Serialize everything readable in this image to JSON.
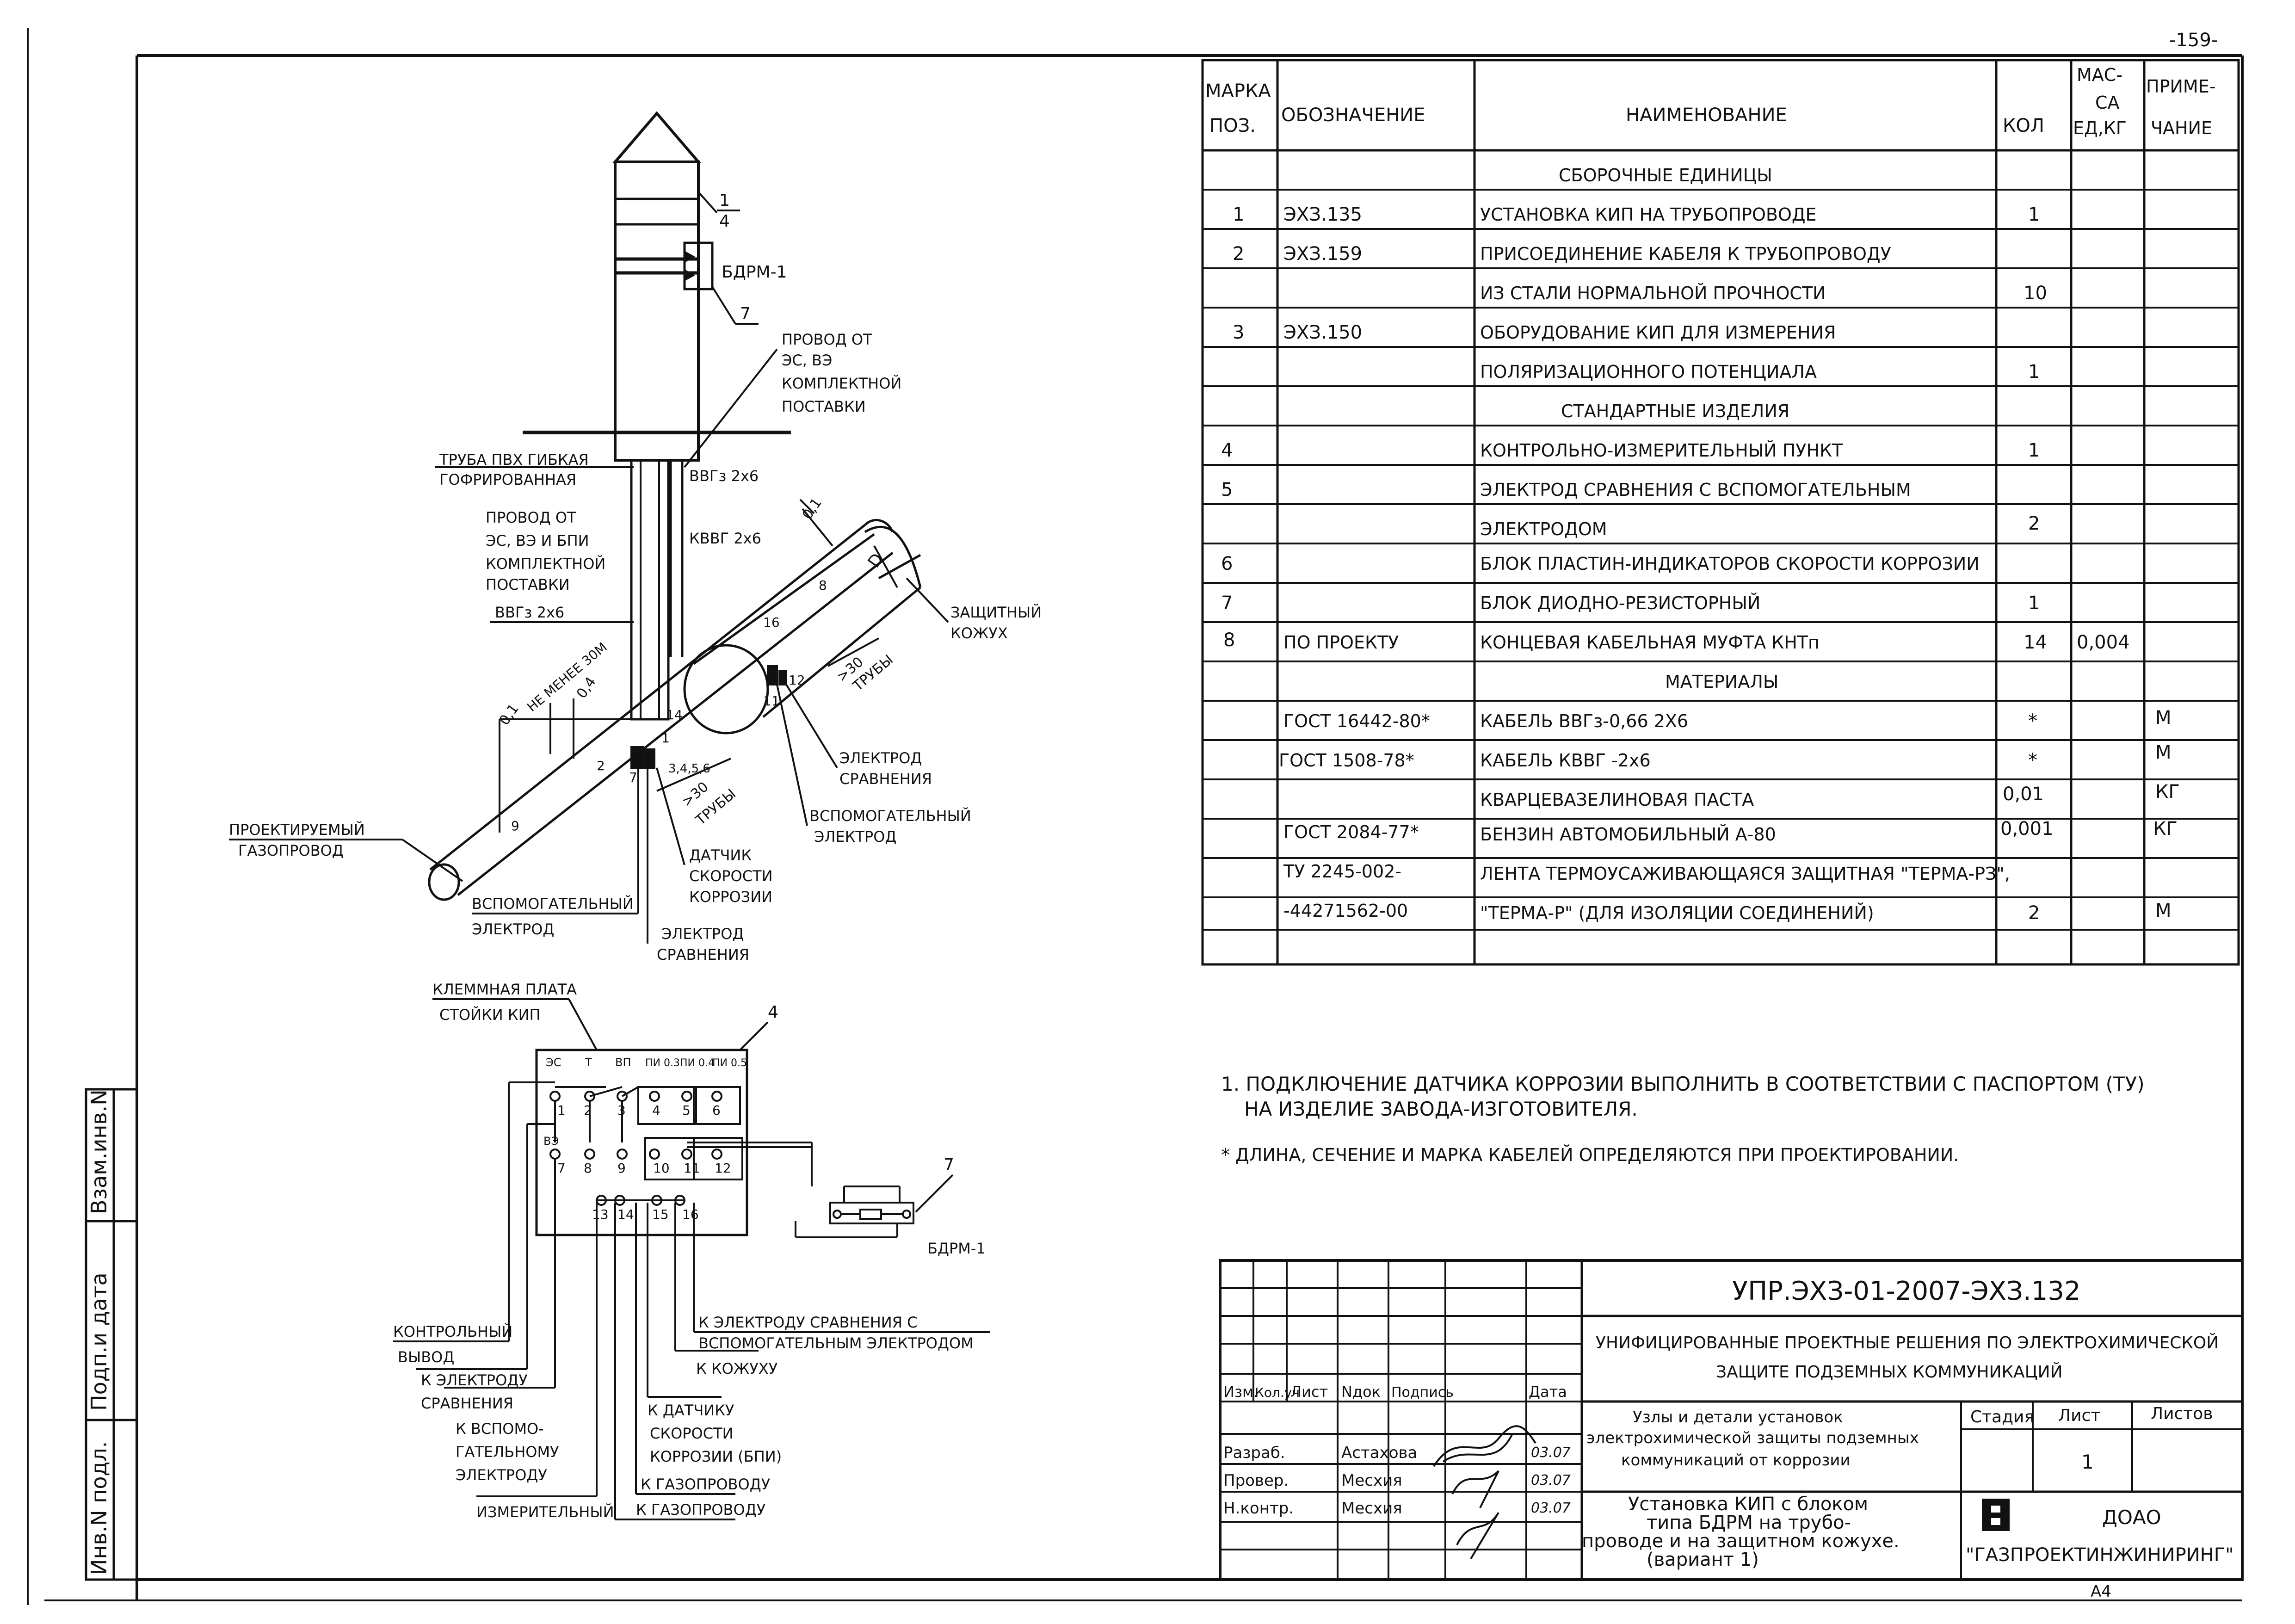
{
  "page_number": "-159-",
  "spec_table": {
    "headers": {
      "mark_l1": "МАРКА",
      "mark_l2": "ПОЗ.",
      "designation": "ОБОЗНАЧЕНИЕ",
      "name": "НАИМЕНОВАНИЕ",
      "qty": "КОЛ",
      "mass_l1": "МАС-",
      "mass_l2": "СА",
      "mass_l3": "ЕД,КГ",
      "note_l1": "ПРИМЕ-",
      "note_l2": "ЧАНИЕ"
    },
    "rows": [
      {
        "pos": "",
        "des": "",
        "name": "СБОРОЧНЫЕ ЕДИНИЦЫ",
        "qty": "",
        "mass": "",
        "note": "",
        "section": true
      },
      {
        "pos": "1",
        "des": "ЭХЗ.135",
        "name": "УСТАНОВКА КИП НА ТРУБОПРОВОДЕ",
        "qty": "1",
        "mass": "",
        "note": ""
      },
      {
        "pos": "2",
        "des": "ЭХЗ.159",
        "name": "ПРИСОЕДИНЕНИЕ КАБЕЛЯ К ТРУБОПРОВОДУ",
        "qty": "",
        "mass": "",
        "note": ""
      },
      {
        "pos": "",
        "des": "",
        "name": "ИЗ СТАЛИ НОРМАЛЬНОЙ ПРОЧНОСТИ",
        "qty": "10",
        "mass": "",
        "note": ""
      },
      {
        "pos": "3",
        "des": "ЭХЗ.150",
        "name": "ОБОРУДОВАНИЕ КИП ДЛЯ ИЗМЕРЕНИЯ",
        "qty": "",
        "mass": "",
        "note": ""
      },
      {
        "pos": "",
        "des": "",
        "name": "ПОЛЯРИЗАЦИОННОГО ПОТЕНЦИАЛА",
        "qty": "1",
        "mass": "",
        "note": ""
      },
      {
        "pos": "",
        "des": "",
        "name": "СТАНДАРТНЫЕ ИЗДЕЛИЯ",
        "qty": "",
        "mass": "",
        "note": "",
        "section": true
      },
      {
        "pos": "4",
        "des": "",
        "name": "КОНТРОЛЬНО-ИЗМЕРИТЕЛЬНЫЙ ПУНКТ",
        "qty": "1",
        "mass": "",
        "note": ""
      },
      {
        "pos": "5",
        "des": "",
        "name": "ЭЛЕКТРОД СРАВНЕНИЯ С ВСПОМОГАТЕЛЬНЫМ",
        "qty": "",
        "mass": "",
        "note": ""
      },
      {
        "pos": "",
        "des": "",
        "name": "ЭЛЕКТРОДОМ",
        "qty": "2",
        "mass": "",
        "note": ""
      },
      {
        "pos": "6",
        "des": "",
        "name": "БЛОК ПЛАСТИН-ИНДИКАТОРОВ СКОРОСТИ КОРРОЗИИ",
        "qty": "",
        "mass": "",
        "note": ""
      },
      {
        "pos": "7",
        "des": "",
        "name": "БЛОК ДИОДНО-РЕЗИСТОРНЫЙ",
        "qty": "1",
        "mass": "",
        "note": ""
      },
      {
        "pos": "8",
        "des": "ПО ПРОЕКТУ",
        "name": "КОНЦЕВАЯ КАБЕЛЬНАЯ МУФТА КНТп",
        "qty": "14",
        "mass": "0,004",
        "note": ""
      },
      {
        "pos": "",
        "des": "",
        "name": "МАТЕРИАЛЫ",
        "qty": "",
        "mass": "",
        "note": "",
        "section": true
      },
      {
        "pos": "",
        "des": "ГОСТ 16442-80*",
        "name": "КАБЕЛЬ ВВГз-0,66 2Х6",
        "qty": "*",
        "mass": "",
        "note": "М"
      },
      {
        "pos": "",
        "des": "ГОСТ 1508-78*",
        "name": "КАБЕЛЬ КВВГ -2х6",
        "qty": "*",
        "mass": "",
        "note": "М"
      },
      {
        "pos": "",
        "des": "",
        "name": "КВАРЦЕВАЗЕЛИНОВАЯ ПАСТА",
        "qty": "0,01",
        "mass": "",
        "note": "КГ"
      },
      {
        "pos": "",
        "des": "ГОСТ 2084-77*",
        "name": "БЕНЗИН АВТОМОБИЛЬНЫЙ А-80",
        "qty": "0,001",
        "mass": "",
        "note": "КГ"
      },
      {
        "pos": "",
        "des": "ТУ 2245-002-",
        "name": "ЛЕНТА ТЕРМОУСАЖИВАЮЩАЯСЯ ЗАЩИТНАЯ \"ТЕРМА-РЗ\",",
        "qty": "",
        "mass": "",
        "note": ""
      },
      {
        "pos": "",
        "des": "-44271562-00",
        "name": "\"ТЕРМА-Р\" (ДЛЯ ИЗОЛЯЦИИ СОЕДИНЕНИЙ)",
        "qty": "2",
        "mass": "",
        "note": "М"
      },
      {
        "pos": "",
        "des": "",
        "name": "",
        "qty": "",
        "mass": "",
        "note": ""
      }
    ]
  },
  "notes": {
    "n1_l1": "1. ПОДКЛЮЧЕНИЕ ДАТЧИКА КОРРОЗИИ ВЫПОЛНИТЬ В СООТВЕТСТВИИ С ПАСПОРТОМ (ТУ)",
    "n1_l2": "НА ИЗДЕЛИЕ ЗАВОДА-ИЗГОТОВИТЕЛЯ.",
    "n2": "* ДЛИНА, СЕЧЕНИЕ И МАРКА КАБЕЛЕЙ ОПРЕДЕЛЯЮТСЯ ПРИ ПРОЕКТИРОВАНИИ."
  },
  "stamp": {
    "doc_code": "УПР.ЭХЗ-01-2007-ЭХЗ.132",
    "project_l1": "УНИФИЦИРОВАННЫЕ ПРОЕКТНЫЕ РЕШЕНИЯ ПО ЭЛЕКТРОХИМИЧЕСКОЙ",
    "project_l2": "ЗАЩИТЕ ПОДЗЕМНЫХ КОММУНИКАЦИЙ",
    "col_izm": "Изм.",
    "col_kol": "Кол.уч",
    "col_list": "Лист",
    "col_ndok": "Nдок",
    "col_podp": "Подпись",
    "col_data": "Дата",
    "razrab_role": "Разраб.",
    "razrab_name": "Астахова",
    "razrab_date": "03.07",
    "prover_role": "Провер.",
    "prover_name": "Месхия",
    "prover_date": "03.07",
    "nkontr_role": "Н.контр.",
    "nkontr_name": "Месхия",
    "nkontr_date": "03.07",
    "section_l1": "Узлы и детали установок",
    "section_l2": "электрохимической защиты подземных",
    "section_l3": "коммуникаций от коррозии",
    "title_l1": "Установка КИП с блоком",
    "title_l2": "типа БДРМ на трубо-",
    "title_l3": "проводе и на защитном кожухе.",
    "title_l4": "(вариант 1)",
    "stadia_label": "Стадия",
    "list_label": "Лист",
    "listov_label": "Листов",
    "sheet_value": "1",
    "org_l1": "ДОАО",
    "org_l2": "\"ГАЗПРОЕКТИНЖИНИРИНГ\"",
    "format": "А4"
  },
  "side_stamp": {
    "inv_podl": "Инв.N подл.",
    "podp_data": "Подп.и дата",
    "vzam_inv": "Взам.инв.N"
  },
  "drawing_labels": {
    "bdrm1": "БДРМ-1",
    "b1": "1",
    "b4": "4",
    "b7": "7",
    "provod_ot_l1": "ПРОВОД ОТ",
    "provod_ot_l2": "ЭС, ВЭ",
    "provod_ot_l3": "КОМПЛЕКТНОЙ",
    "provod_ot_l4": "ПОСТАВКИ",
    "truba_l1": "ТРУБА ПВХ ГИБКАЯ",
    "truba_l2": "ГОФРИРОВАННАЯ",
    "vvg1": "ВВГз 2х6",
    "provod2_l1": "ПРОВОД ОТ",
    "provod2_l2": "ЭС, ВЭ И БПИ",
    "provod2_l3": "КОМПЛЕКТНОЙ",
    "provod2_l4": "ПОСТАВКИ",
    "vvg2": "ВВГз 2х6",
    "kvvg": "КВВГ 2х6",
    "zashch_l1": "ЗАЩИТНЫЙ",
    "zashch_l2": "КОЖУХ",
    "dim01a": "0,1",
    "dim01b": "0,1",
    "dim04": "0,4",
    "ne_menee": "НЕ МЕНЕЕ 30М",
    "dim_d": "D",
    "gt30a_l1": ">30",
    "gt30a_l2": "ТРУБЫ",
    "gt30b_l1": ">30",
    "gt30b_l2": "ТРУБЫ",
    "proekt_l1": "ПРОЕКТИРУЕМЫЙ",
    "proekt_l2": "ГАЗОПРОВОД",
    "vspom1_l1": "ВСПОМОГАТЕЛЬНЫЙ",
    "vspom1_l2": "ЭЛЕКТРОД",
    "el_sr1_l1": "ЭЛЕКТРОД",
    "el_sr1_l2": "СРАВНЕНИЯ",
    "datchik_l1": "ДАТЧИК",
    "datchik_l2": "СКОРОСТИ",
    "datchik_l3": "КОРРОЗИИ",
    "el_sr2_l1": "ЭЛЕКТРОД",
    "el_sr2_l2": "СРАВНЕНИЯ",
    "vspom2_l1": "ВСПОМОГАТЕЛЬНЫЙ",
    "vspom2_l2": "ЭЛЕКТРОД",
    "c345": "3,4,5,6",
    "n1": "1",
    "n2": "2",
    "n8": "8",
    "n9": "9",
    "n11": "11",
    "n12": "12",
    "n14": "14",
    "n16": "16",
    "n7": "7"
  },
  "wiring_labels": {
    "klem_l1": "КЛЕММНАЯ ПЛАТА",
    "klem_l2": "СТОЙКИ КИП",
    "b4": "4",
    "b7": "7",
    "top_codes": [
      "ЭС",
      "Т",
      "ВП",
      "ПИ 0.3",
      "ПИ 0.4",
      "ПИ 0.5"
    ],
    "ve": "ВЭ",
    "terminals": [
      "1",
      "2",
      "3",
      "4",
      "5",
      "6",
      "7",
      "8",
      "9",
      "10",
      "11",
      "12",
      "13",
      "14",
      "15",
      "16"
    ],
    "bdrm": "БДРМ-1",
    "k_el_sr_l1": "К ЭЛЕКТРОДУ СРАВНЕНИЯ С",
    "k_el_sr_l2": "ВСПОМОГАТЕЛЬНЫМ ЭЛЕКТРОДОМ",
    "k_kozhuhu": "К КОЖУХУ",
    "kontrol_l1": "КОНТРОЛЬНЫЙ",
    "kontrol_l2": "ВЫВОД",
    "k_elektrodu_l1": "К ЭЛЕКТРОДУ",
    "k_elektrodu_l2": "СРАВНЕНИЯ",
    "k_vspom_l1": "К ВСПОМО-",
    "k_vspom_l2": "ГАТЕЛЬНОМУ",
    "k_vspom_l3": "ЭЛЕКТРОДУ",
    "k_vspom_l4": "ИЗМЕРИТЕЛЬНЫЙ",
    "k_datchiku_l1": "К ДАТЧИКУ",
    "k_datchiku_l2": "СКОРОСТИ",
    "k_datchiku_l3": "КОРРОЗИИ (БПИ)",
    "k_gaz1": "К ГАЗОПРОВОДУ",
    "k_gaz2": "К ГАЗОПРОВОДУ"
  }
}
